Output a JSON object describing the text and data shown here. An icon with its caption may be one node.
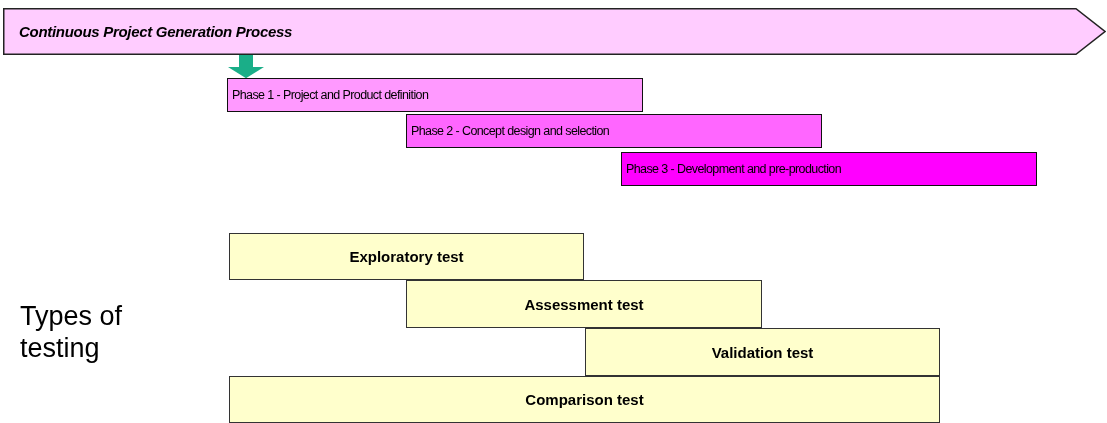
{
  "diagram": {
    "nodes": [
      {
        "text": [
          "Continuous Project Generation Process"
        ]
      },
      {
        "text": [
          "Phase 1 - Project and Product definition"
        ]
      },
      {
        "text": [
          "Phase 2 - Concept design and selection"
        ]
      },
      {
        "text": [
          "Phase 3 - Development and pre-production"
        ]
      },
      {
        "text": [
          "Exploratory test"
        ]
      },
      {
        "text": [
          "Assessment test"
        ]
      },
      {
        "text": [
          "Validation test"
        ]
      },
      {
        "text": [
          "Comparison test"
        ]
      }
    ],
    "edges": [
      {
        "from": 0,
        "to": 1,
        "arrow": "to"
      }
    ],
    "labels": [
      "Types of testing"
    ]
  }
}
